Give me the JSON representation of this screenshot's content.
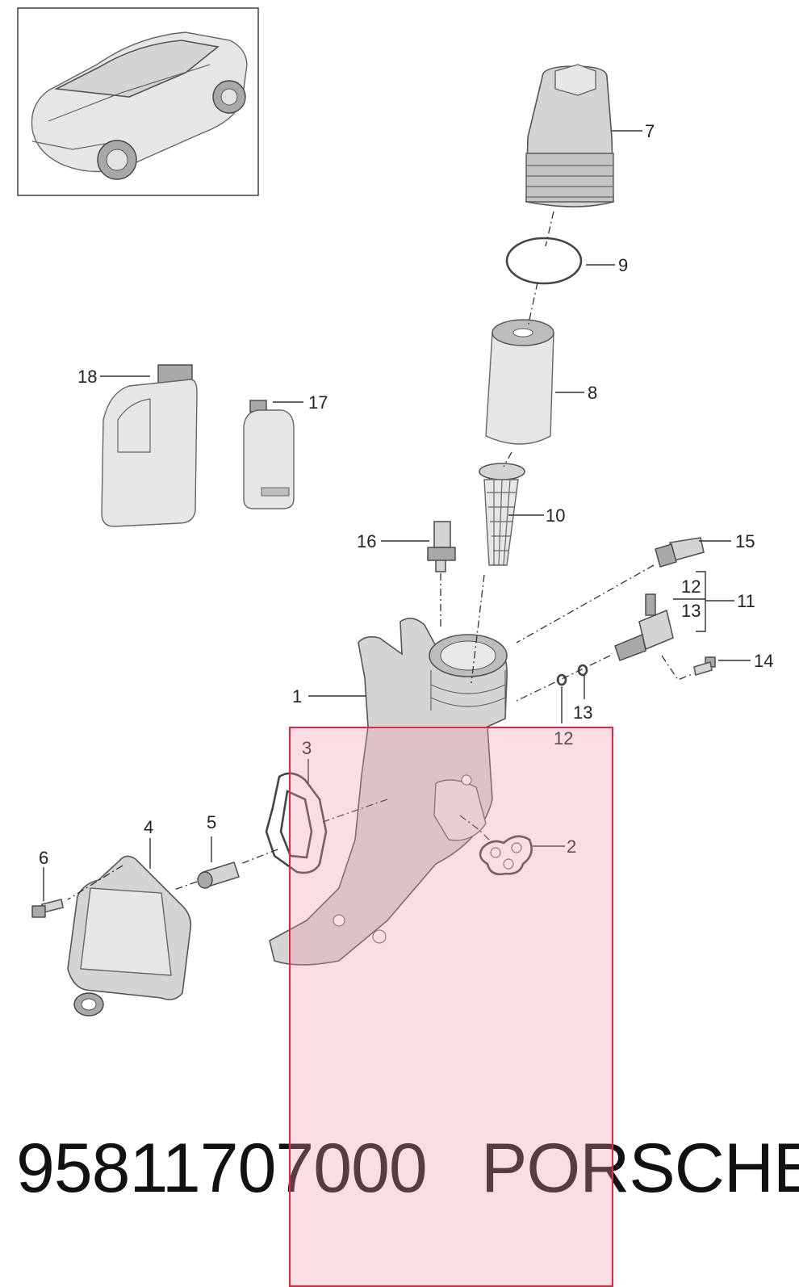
{
  "callouts": {
    "c1": "1",
    "c2": "2",
    "c3": "3",
    "c4": "4",
    "c5": "5",
    "c6": "6",
    "c7": "7",
    "c8": "8",
    "c9": "9",
    "c10": "10",
    "c11": "11",
    "c12a": "12",
    "c12b": "12",
    "c13a": "13",
    "c13b": "13",
    "c14": "14",
    "c15": "15",
    "c16": "16",
    "c17": "17",
    "c18": "18"
  },
  "footer": {
    "part_number": "95811707000",
    "brand": "PORSCHE"
  },
  "colors": {
    "highlight_border": "#e0283a",
    "highlight_fill": "#f896aa"
  }
}
